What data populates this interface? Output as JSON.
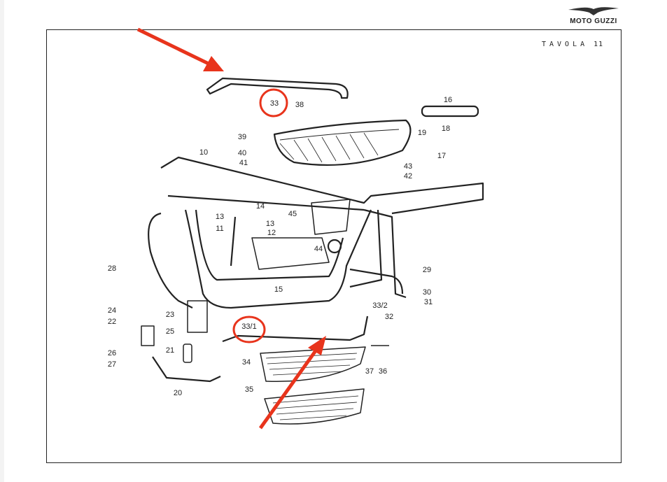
{
  "header": {
    "logo_text": "MOTO GUZZI",
    "title": "TAVOLA",
    "plate_number": "11"
  },
  "callouts": [
    "33",
    "38",
    "16",
    "19",
    "18",
    "17",
    "39",
    "40",
    "41",
    "10",
    "43",
    "42",
    "14",
    "13",
    "13",
    "11",
    "12",
    "45",
    "44",
    "28",
    "15",
    "29",
    "30",
    "31",
    "33/2",
    "32",
    "24",
    "23",
    "22",
    "25",
    "26",
    "27",
    "21",
    "33/1",
    "34",
    "37",
    "36",
    "35",
    "20"
  ],
  "annotations": {
    "highlighted_parts": [
      "33",
      "33/1"
    ],
    "highlight_color": "#e8341c"
  }
}
